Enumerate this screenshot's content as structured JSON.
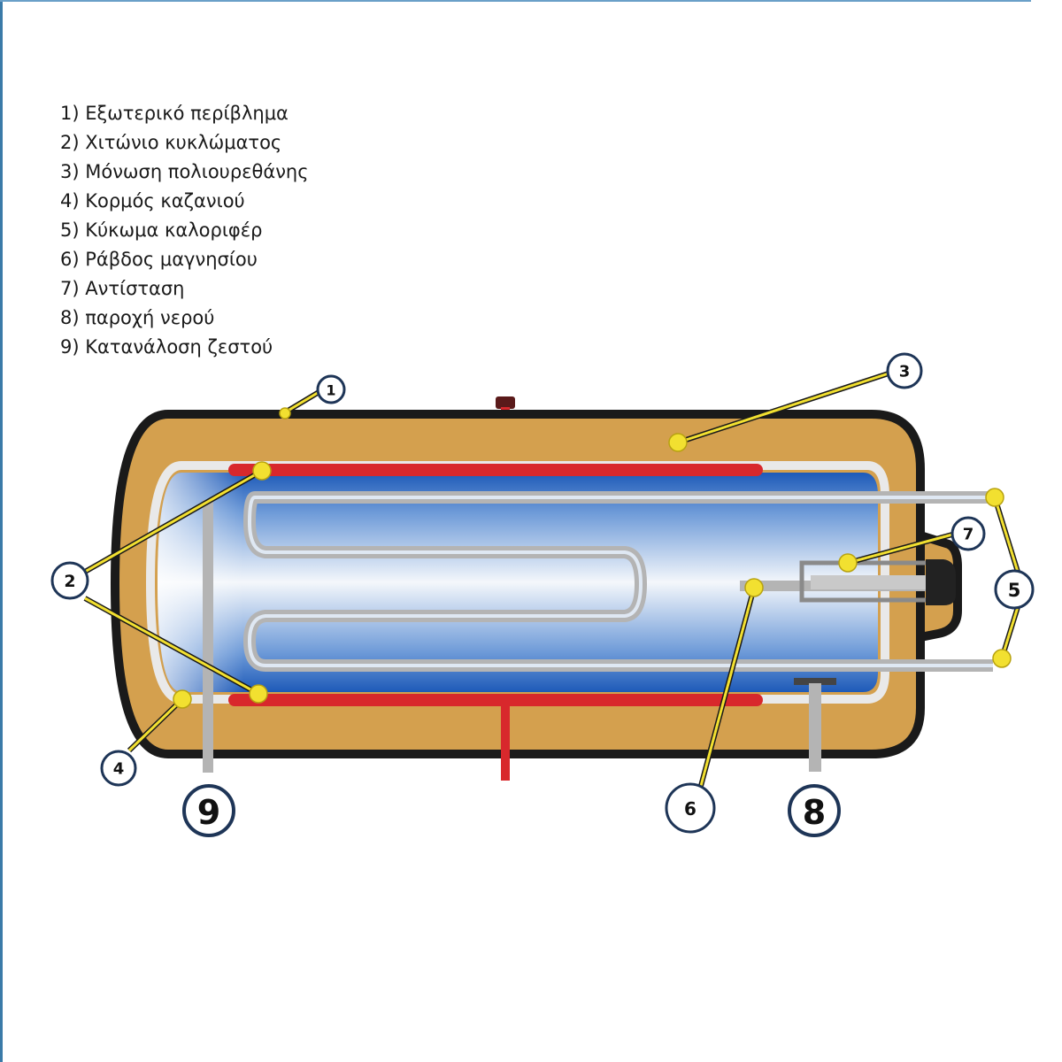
{
  "legend": [
    "1) Εξωτερικό περίβλημα",
    "2) Χιτώνιο κυκλώματος",
    "3) Μόνωση πολιουρεθάνης",
    "4) Κορμός καζανιού",
    "5) Κύκωμα καλοριφέρ",
    "6) Ράβδος μαγνησίου",
    "7) Αντίσταση",
    "8) παροχή νερού",
    "9) Κατανάλοση ζεστού"
  ],
  "callouts": [
    "1",
    "2",
    "3",
    "4",
    "5",
    "6",
    "7",
    "8",
    "9"
  ],
  "colors": {
    "casing": "#d4a04e",
    "outline": "#1a1a1a",
    "tank_blue": "#2f67c4",
    "jacket_red": "#d8282c",
    "pipe_gray": "#b4b4b4",
    "marker_yellow": "#f2e030"
  }
}
